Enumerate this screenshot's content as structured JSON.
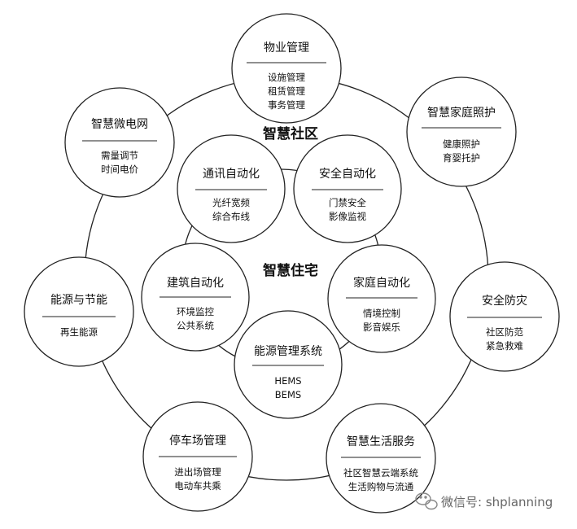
{
  "center_labels": {
    "community": "智慧社区",
    "residence": "智慧住宅"
  },
  "outer_nodes": [
    {
      "id": "property",
      "title": "物业管理",
      "lines": [
        "设施管理",
        "租赁管理",
        "事务管理"
      ]
    },
    {
      "id": "home-care",
      "title": "智慧家庭照护",
      "lines": [
        "健康照护",
        "育婴托护"
      ]
    },
    {
      "id": "safety",
      "title": "安全防灾",
      "lines": [
        "社区防范",
        "紧急救难"
      ]
    },
    {
      "id": "life-service",
      "title": "智慧生活服务",
      "lines": [
        "社区智慧云端系统",
        "生活购物与流通"
      ]
    },
    {
      "id": "parking",
      "title": "停车场管理",
      "lines": [
        "进出场管理",
        "电动车共乘"
      ]
    },
    {
      "id": "energy",
      "title": "能源与节能",
      "lines": [
        "再生能源"
      ]
    },
    {
      "id": "microgrid",
      "title": "智慧微电网",
      "lines": [
        "需量调节",
        "时间电价"
      ]
    }
  ],
  "inner_nodes": [
    {
      "id": "telecom",
      "title": "通讯自动化",
      "lines": [
        "光纤宽频",
        "综合布线"
      ]
    },
    {
      "id": "security",
      "title": "安全自动化",
      "lines": [
        "门禁安全",
        "影像监视"
      ]
    },
    {
      "id": "home-auto",
      "title": "家庭自动化",
      "lines": [
        "情境控制",
        "影音娱乐"
      ]
    },
    {
      "id": "ems",
      "title": "能源管理系统",
      "lines": [
        "HEMS",
        "BEMS"
      ]
    },
    {
      "id": "building",
      "title": "建筑自动化",
      "lines": [
        "环境监控",
        "公共系统"
      ]
    }
  ],
  "watermark": {
    "text": "微信号: shplanning",
    "icon": "wechat-icon"
  },
  "colors": {
    "stroke": "#222222",
    "background": "#ffffff",
    "text": "#111111",
    "watermark": "#666666"
  }
}
